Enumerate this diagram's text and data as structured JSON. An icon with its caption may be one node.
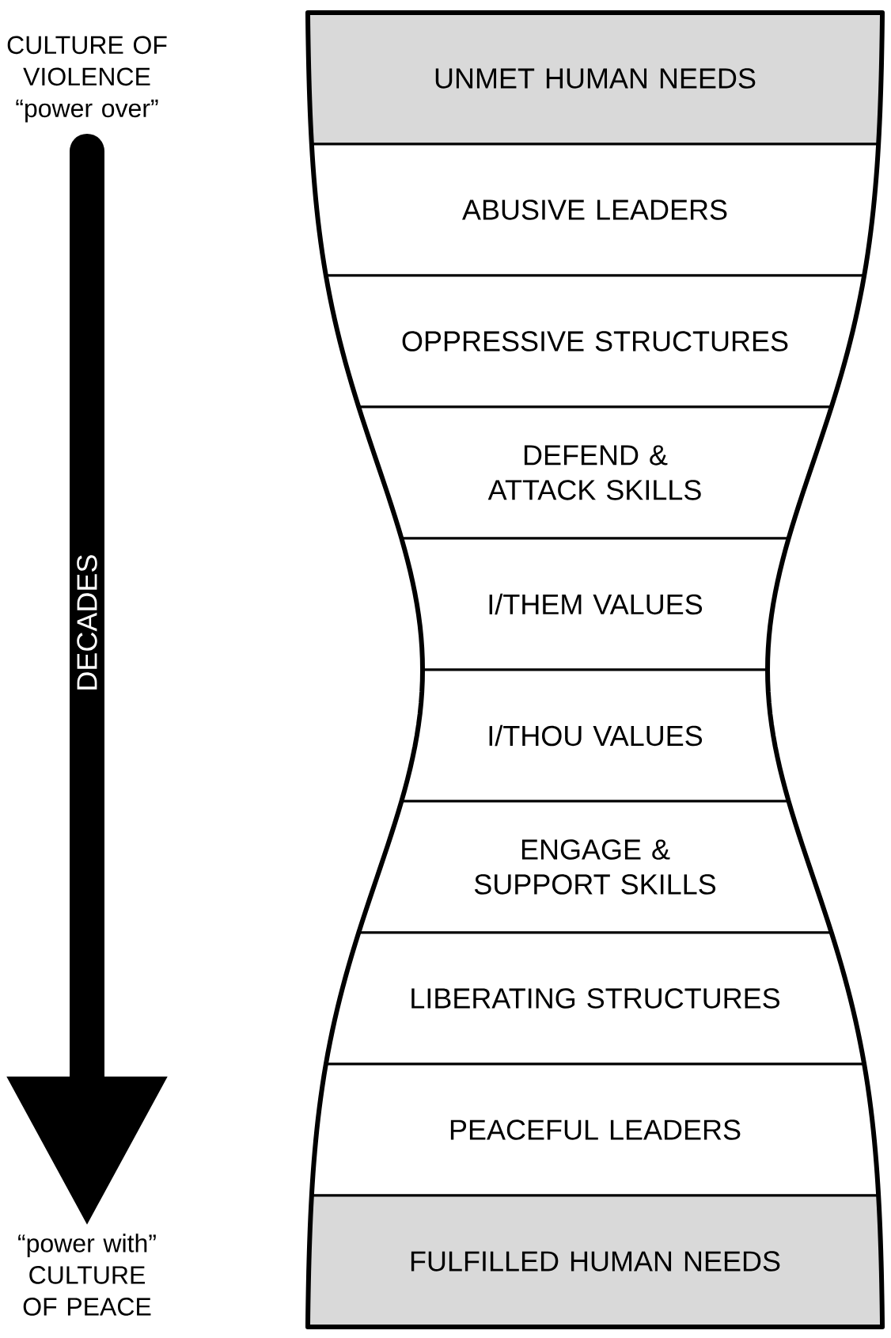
{
  "diagram": {
    "nodes": [
      {
        "text": [
          "UNMET HUMAN NEEDS"
        ]
      },
      {
        "text": [
          "ABUSIVE LEADERS"
        ]
      },
      {
        "text": [
          "OPPRESSIVE STRUCTURES"
        ]
      },
      {
        "text": [
          "DEFEND & ATTACK SKILLS"
        ]
      },
      {
        "text": [
          "I/THEM VALUES"
        ]
      },
      {
        "text": [
          "I/THOU VALUES"
        ]
      },
      {
        "text": [
          "ENGAGE & SUPPORT SKILLS"
        ]
      },
      {
        "text": [
          "LIBERATING STRUCTURES"
        ]
      },
      {
        "text": [
          "PEACEFUL LEADERS"
        ]
      },
      {
        "text": [
          "FULFILLED HUMAN NEEDS"
        ]
      },
      {
        "text": [
          "CULTURE OF VIOLENCE",
          "“power over”"
        ]
      },
      {
        "text": [
          "“power with”",
          "CULTURE OF PEACE"
        ]
      }
    ],
    "edges": [
      {
        "from": 10,
        "to": 11,
        "arrow": "to",
        "label": "DECADES"
      }
    ]
  }
}
